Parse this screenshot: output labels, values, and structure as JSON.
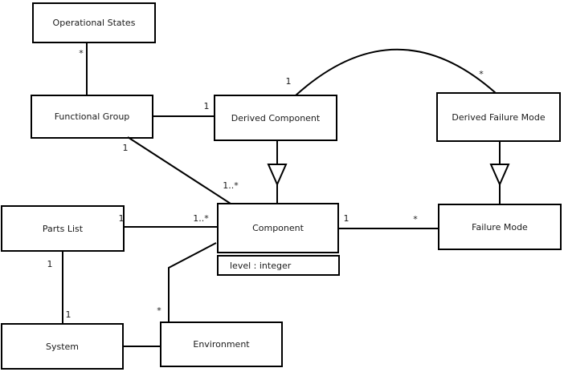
{
  "diagram": {
    "type": "uml-class-diagram",
    "classes": {
      "operational_states": {
        "name": "Operational States"
      },
      "functional_group": {
        "name": "Functional Group"
      },
      "derived_component": {
        "name": "Derived Component"
      },
      "derived_failure_mode": {
        "name": "Derived Failure Mode"
      },
      "parts_list": {
        "name": "Parts List"
      },
      "component": {
        "name": "Component",
        "attributes": [
          "level : integer"
        ]
      },
      "failure_mode": {
        "name": "Failure Mode"
      },
      "system": {
        "name": "System"
      },
      "environment": {
        "name": "Environment"
      }
    },
    "edges": {
      "os_fg": {
        "from": "Operational States",
        "to": "Functional Group",
        "type": "association",
        "from_label": "*"
      },
      "fg_dc": {
        "from": "Functional Group",
        "to": "Derived Component",
        "type": "association",
        "to_label": "1"
      },
      "fg_comp": {
        "from": "Functional Group",
        "to": "Component",
        "type": "association",
        "from_label": "1",
        "to_label": "1..*"
      },
      "dc_dfm": {
        "from": "Derived Component",
        "to": "Derived Failure Mode",
        "type": "association",
        "from_label": "1",
        "to_label": "*"
      },
      "dc_comp": {
        "from": "Derived Component",
        "to": "Component",
        "type": "generalization"
      },
      "dfm_fm": {
        "from": "Derived Failure Mode",
        "to": "Failure Mode",
        "type": "generalization"
      },
      "pl_comp": {
        "from": "Parts List",
        "to": "Component",
        "type": "association",
        "from_label": "1",
        "to_label": "1..*"
      },
      "comp_fm": {
        "from": "Component",
        "to": "Failure Mode",
        "type": "association",
        "from_label": "1",
        "to_label": "*"
      },
      "pl_sys": {
        "from": "Parts List",
        "to": "System",
        "type": "association",
        "from_label": "1",
        "to_label": "1"
      },
      "sys_env": {
        "from": "System",
        "to": "Environment",
        "type": "association"
      },
      "env_comp": {
        "from": "Environment",
        "to": "Component",
        "type": "association",
        "from_label": "*"
      }
    },
    "colors": {
      "line": "#000000",
      "background": "#ffffff",
      "box_fill": "#ffffff",
      "text": "#1a1a1a"
    }
  }
}
